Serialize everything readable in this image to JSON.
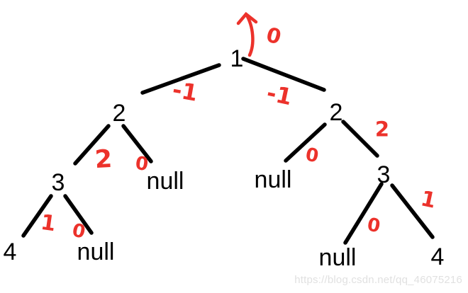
{
  "colors": {
    "background": "#ffffff",
    "ink": "#000000",
    "accent-red": "#ec322b",
    "watermark-gray": "#e1e1e1"
  },
  "tree": {
    "nodes": {
      "root": {
        "label": "1"
      },
      "l": {
        "label": "2"
      },
      "ll": {
        "label": "3"
      },
      "lll": {
        "label": "4"
      },
      "llr": {
        "label": "null"
      },
      "lr": {
        "label": "null"
      },
      "r": {
        "label": "2"
      },
      "rl": {
        "label": "null"
      },
      "rr": {
        "label": "3"
      },
      "rrl": {
        "label": "null"
      },
      "rrr": {
        "label": "4"
      }
    }
  },
  "annotations": {
    "root_arrow": {
      "label": "0",
      "icon": "up-arrow"
    },
    "edge_root_l": {
      "label": "-1"
    },
    "edge_root_r": {
      "label": "-1"
    },
    "edge_l_ll": {
      "label": "2"
    },
    "edge_l_lr": {
      "label": "0"
    },
    "edge_ll_lll": {
      "label": "1"
    },
    "edge_ll_llr": {
      "label": "0"
    },
    "edge_r_rl": {
      "label": "0"
    },
    "edge_r_rr": {
      "label": "2"
    },
    "edge_rr_rrl": {
      "label": "0"
    },
    "edge_rr_rrr": {
      "label": "1"
    }
  },
  "watermark": {
    "text": "https://blog.csdn.net/qq_46075216"
  }
}
